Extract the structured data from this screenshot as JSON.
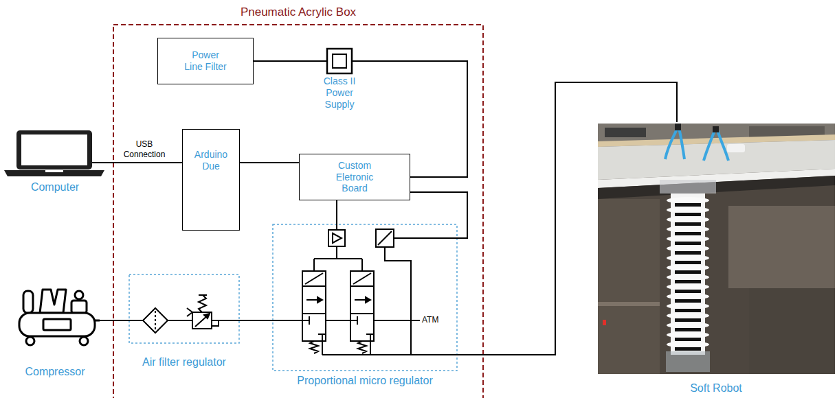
{
  "diagram": {
    "nodes": [
      {
        "text": [
          "Pneumatic Acrylic Box"
        ]
      },
      {
        "text": [
          "Power Line Filter"
        ],
        "in": 0
      },
      {
        "text": [
          "Class II Power Supply"
        ],
        "in": 0
      },
      {
        "text": [
          "Computer"
        ]
      },
      {
        "text": [
          "Arduino Due"
        ],
        "in": 0
      },
      {
        "text": [
          "Custom Eletronic Board"
        ],
        "in": 0
      },
      {
        "text": [
          "Compressor"
        ]
      },
      {
        "text": [
          "Air filter regulator"
        ],
        "in": 0
      },
      {
        "text": [
          "Proportional micro regulator"
        ],
        "in": 0
      },
      {
        "text": [
          "Soft Robot"
        ]
      }
    ],
    "edges": [
      {
        "from": 3,
        "to": 4,
        "label": "USB Connection",
        "arrow": "none"
      },
      {
        "from": 1,
        "to": 2,
        "arrow": "none"
      },
      {
        "from": 2,
        "to": 5,
        "arrow": "none"
      },
      {
        "from": 4,
        "to": 5,
        "arrow": "none"
      },
      {
        "from": 5,
        "to": 8,
        "arrow": "none"
      },
      {
        "from": 5,
        "to": 8,
        "arrow": "none"
      },
      {
        "from": 6,
        "to": 7,
        "arrow": "none"
      },
      {
        "from": 7,
        "to": 8,
        "arrow": "none"
      },
      {
        "from": 8,
        "to": 9,
        "arrow": "none"
      }
    ],
    "labels": [
      "ATM"
    ]
  }
}
